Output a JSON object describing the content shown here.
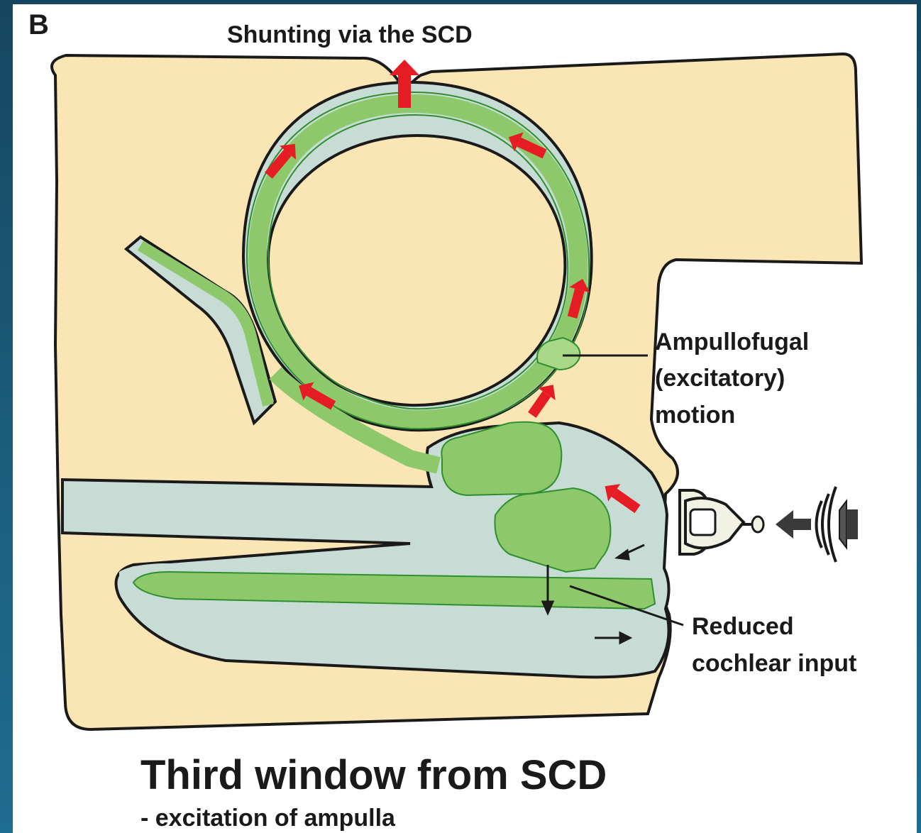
{
  "panel_letter": "B",
  "labels": {
    "shunting": "Shunting via the SCD",
    "ampullofugal_1": "Ampullofugal",
    "ampullofugal_2": "(excitatory)",
    "ampullofugal_3": "motion",
    "reduced_1": "Reduced",
    "reduced_2": "cochlear input"
  },
  "caption": {
    "title": "Third window from SCD",
    "subtitle": "- excitation of ampulla"
  },
  "colors": {
    "bone": "#f9e6b4",
    "perilymph": "#c8dcd6",
    "endolymph": "#8dc96a",
    "endolymph_dark": "#2f8f2f",
    "arrow_red": "#e51c23",
    "outline": "#1a1a1a"
  }
}
